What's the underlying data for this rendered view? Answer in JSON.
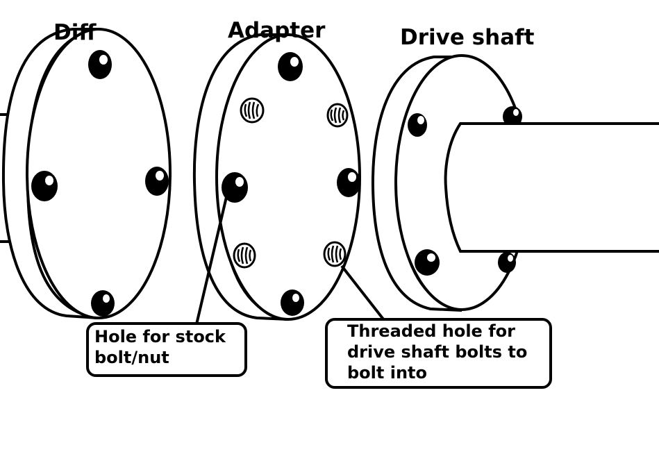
{
  "labels": {
    "diff": "Diff",
    "adapter": "Adapter",
    "drive_shaft": "Drive shaft"
  },
  "callouts": {
    "stock_hole": [
      "Hole for stock",
      "bolt/nut"
    ],
    "threaded_hole": [
      "Threaded hole for",
      "drive shaft bolts to",
      "bolt into"
    ]
  },
  "colors": {
    "ink": "#000000",
    "background": "#ffffff",
    "highlight": "#ffffff"
  }
}
